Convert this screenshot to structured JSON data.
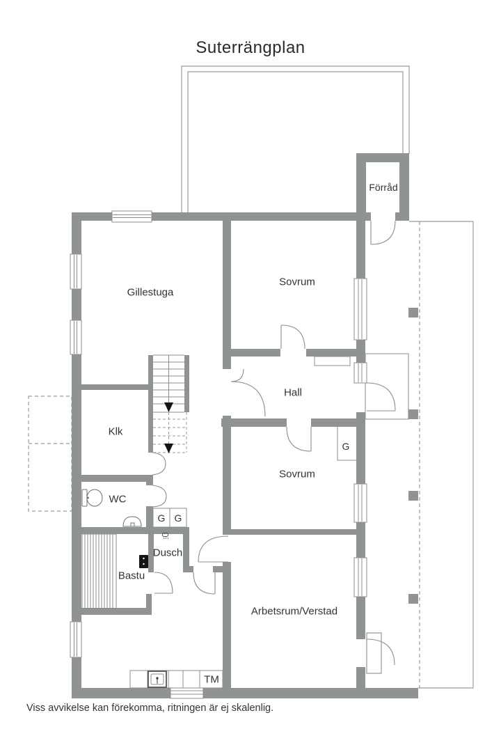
{
  "title": "Suterrängplan",
  "footer": "Viss avvikelse kan förekomma, ritningen är ej skalenlig.",
  "labels": {
    "gillestuga": "Gillestuga",
    "sovrum_upper": "Sovrum",
    "forrad": "Förråd",
    "hall": "Hall",
    "klk": "Klk",
    "wc": "WC",
    "sovrum_lower": "Sovrum",
    "g_sovrum": "G",
    "g_closet_1": "G",
    "g_closet_2": "G",
    "dusch": "Dusch",
    "bastu": "Bastu",
    "arbetsrum": "Arbetsrum/Verstad",
    "tm": "TM"
  },
  "colors": {
    "wall": "#8f9394",
    "thin_line": "#9b9b9b",
    "door_line": "#8c8c8c",
    "dashed_line": "#a5a5a5",
    "arrow": "#141414",
    "text": "#333333",
    "background": "#ffffff"
  }
}
